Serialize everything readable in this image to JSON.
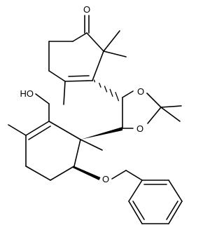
{
  "molecule": {
    "atom_labels": {
      "ketone_o": "O",
      "hydroxyl": "HO",
      "dioxolane_o_upper": "O",
      "dioxolane_o_lower": "O",
      "ether_o": "O"
    }
  }
}
